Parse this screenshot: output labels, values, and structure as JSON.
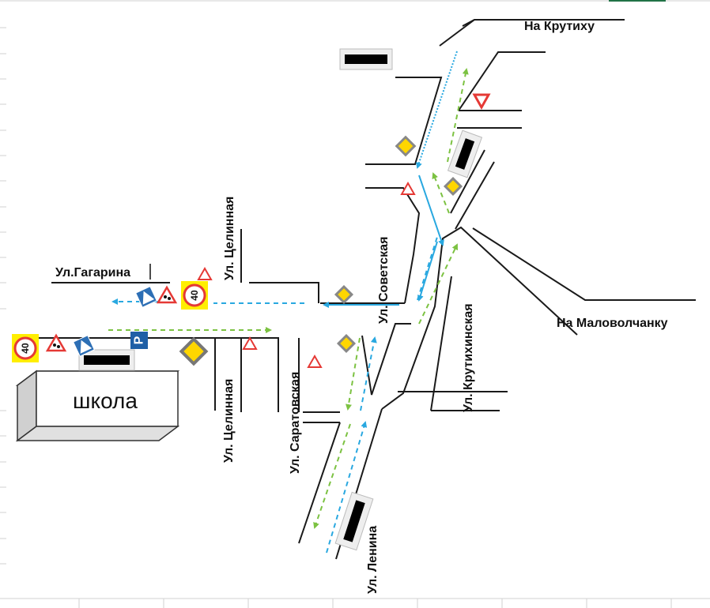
{
  "streets": {
    "gagarina": "Ул.Гагарина",
    "celinnaya_top": "Ул. Целинная",
    "celinnaya_bottom": "Ул. Целинная",
    "sovetskaya": "Ул. Советская",
    "saratovskaya": "Ул. Саратовская",
    "krutikhinskaya": "Ул. Крутихинская",
    "lenina": "Ул. Ленина"
  },
  "directions": {
    "krutikha": "На Крутиху",
    "malovolchanka": "На Маловолчанку"
  },
  "school": {
    "label": "школа"
  },
  "signs": {
    "speed_limit_left": "40",
    "speed_limit_right": "40",
    "parking": "P"
  },
  "colors": {
    "road": "#1a1a1a",
    "forward_route": "#29a8e0",
    "return_route": "#7cc242",
    "sign_red": "#e53935",
    "sign_yellow_bg": "#ffee00",
    "priority_yellow": "#ffd600",
    "crosswalk_blue": "#2d6fb5",
    "parking_blue": "#1f5fa6",
    "school_bg": "#ffffff"
  },
  "legend_icons": [
    "bus-stop-icon",
    "yield-sign-icon",
    "priority-road-icon",
    "children-crossing-icon",
    "pedestrian-crossing-icon",
    "speed-limit-icon",
    "parking-icon"
  ]
}
